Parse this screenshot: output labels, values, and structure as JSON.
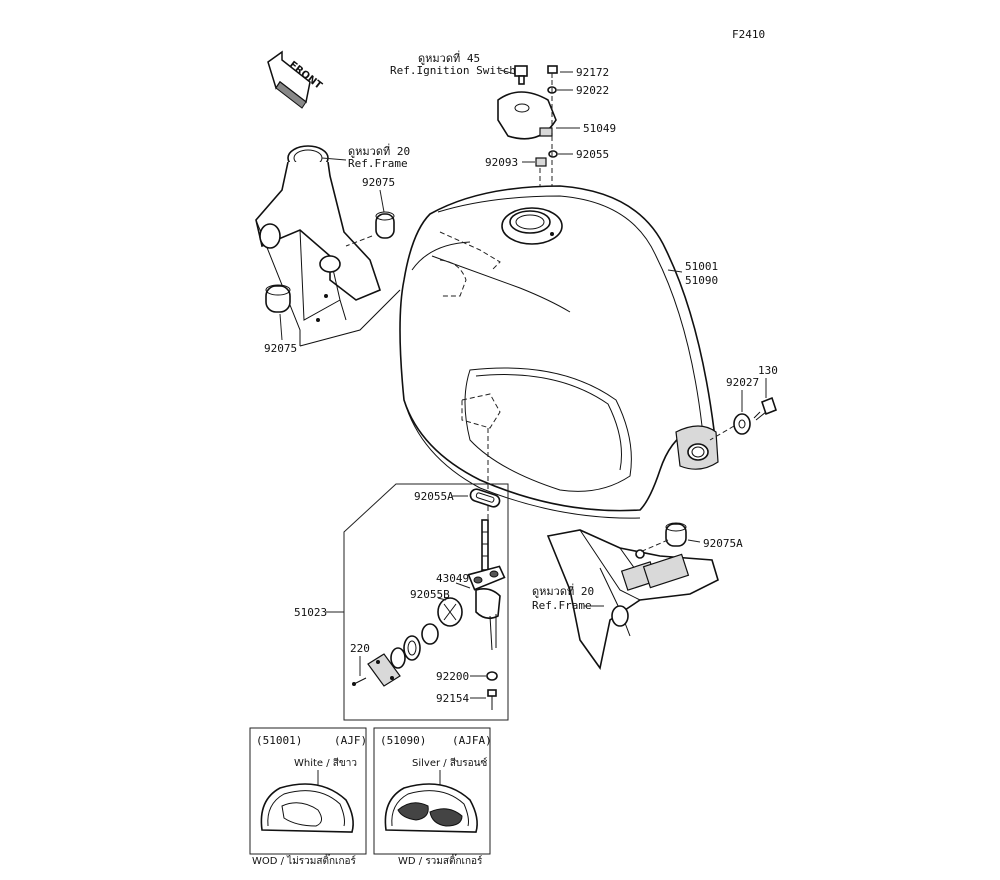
{
  "figure_id": "F2410",
  "front_label": "FRONT",
  "refs": {
    "ignition_thai": "ดูหมวดที่ 45",
    "ignition_en": "Ref.Ignition Switch",
    "frame_top_thai": "ดูหมวดที่ 20",
    "frame_top_en": "Ref.Frame",
    "frame_bottom_thai": "ดูหมวดที่ 20",
    "frame_bottom_en": "Ref.Frame"
  },
  "parts": {
    "p92172": "92172",
    "p92022": "92022",
    "p51049": "51049",
    "p92055": "92055",
    "p92093": "92093",
    "p92075_top": "92075",
    "p92075_bottom": "92075",
    "p51001": "51001",
    "p51090": "51090",
    "p92027": "92027",
    "p130": "130",
    "p92075A": "92075A",
    "p92055A": "92055A",
    "p43049": "43049",
    "p92055B": "92055B",
    "p51023": "51023",
    "p220": "220",
    "p92200": "92200",
    "p92154": "92154"
  },
  "variants": [
    {
      "code": "(51001)",
      "suffix": "(AJF)",
      "color": "White / สีขาว",
      "caption": "WOD / ไม่รวมสติ๊กเกอร์"
    },
    {
      "code": "(51090)",
      "suffix": "(AJFA)",
      "color": "Silver / สีบรอนซ์",
      "caption": "WD / รวมสติ๊กเกอร์"
    }
  ]
}
